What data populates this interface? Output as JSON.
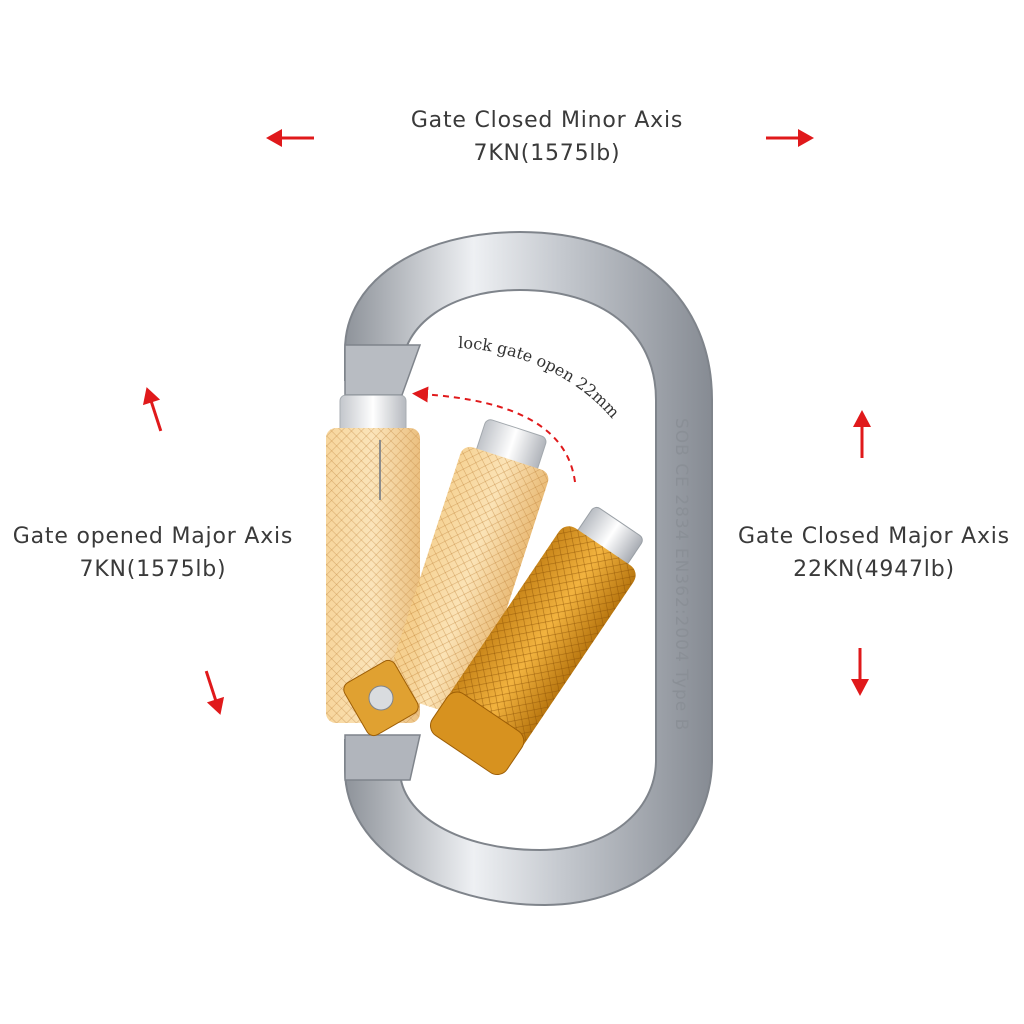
{
  "labels": {
    "minor_axis": {
      "title": "Gate Closed Minor Axis",
      "value": "7KN(1575lb)"
    },
    "gate_opened_major_axis": {
      "title": "Gate opened Major Axis",
      "value": "7KN(1575lb)"
    },
    "closed_major_axis": {
      "title": "Gate Closed Major Axis",
      "value": "22KN(4947lb)"
    }
  },
  "annotation": {
    "gate_open": "lock gate open 22mm"
  },
  "engraving": {
    "text": "SOB CE 2834 EN362:2004 Type B"
  },
  "colors": {
    "arrow": "#e0191b",
    "aluminum": "#c9ccd1",
    "gate_gold": "#e9a52c",
    "label_text": "#3a3a3a"
  },
  "icons": [
    "arrow-left-icon",
    "arrow-right-icon",
    "arrow-up-icon",
    "arrow-down-icon"
  ]
}
